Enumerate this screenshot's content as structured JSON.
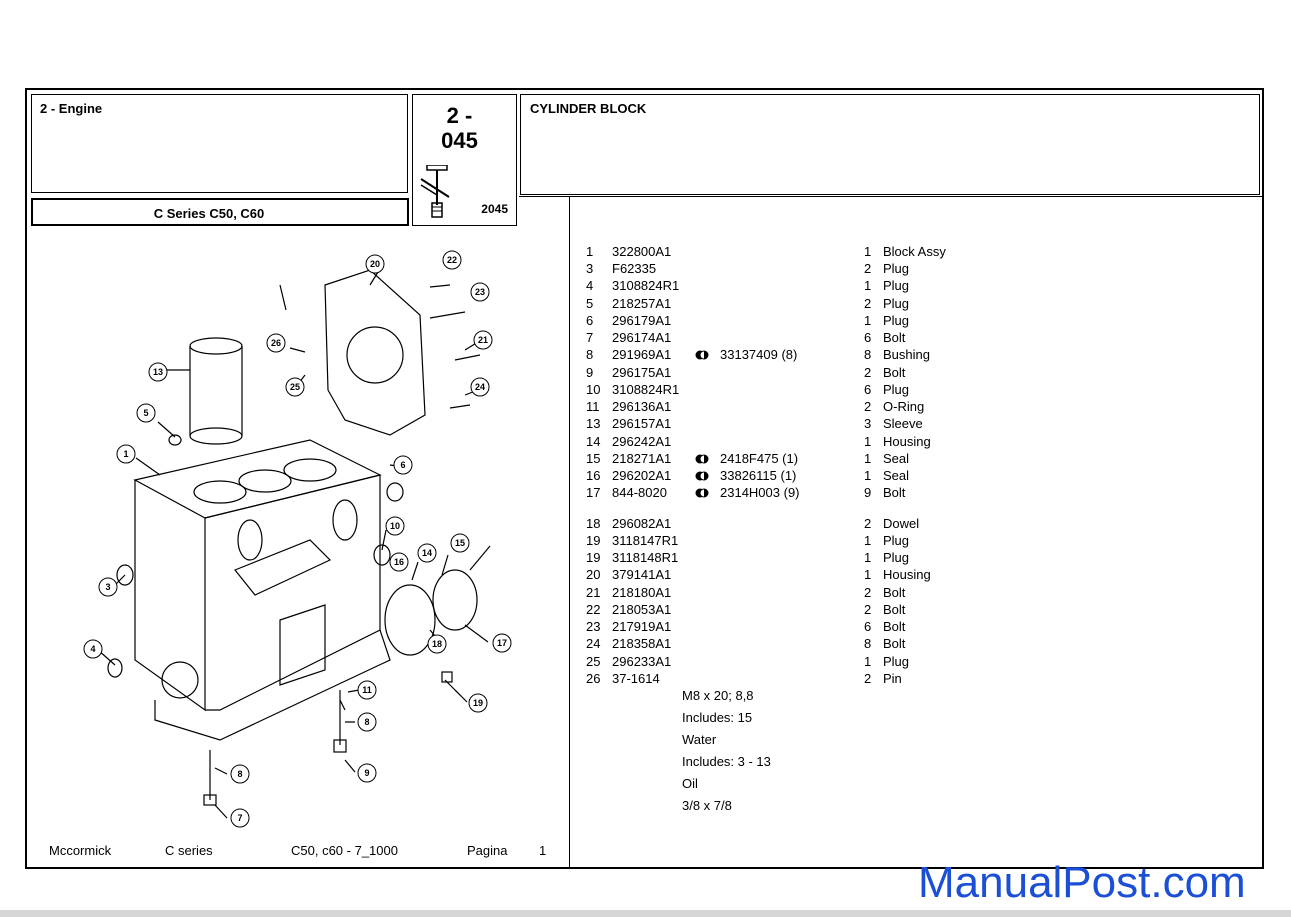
{
  "header": {
    "section": "2 - Engine",
    "page_number": "2 -\n045",
    "page_number_line1": "2 -",
    "page_number_line2": "045",
    "page_code": "2045",
    "group_title": "CYLINDER BLOCK",
    "model": "C Series  C50, C60"
  },
  "parts": [
    {
      "ref": "1",
      "part": "322800A1",
      "alt": "",
      "qty": "1",
      "desc": "Block Assy"
    },
    {
      "ref": "3",
      "part": "F62335",
      "alt": "",
      "qty": "2",
      "desc": "Plug"
    },
    {
      "ref": "4",
      "part": "3108824R1",
      "alt": "",
      "qty": "1",
      "desc": "Plug"
    },
    {
      "ref": "5",
      "part": "218257A1",
      "alt": "",
      "qty": "2",
      "desc": "Plug"
    },
    {
      "ref": "6",
      "part": "296179A1",
      "alt": "",
      "qty": "1",
      "desc": "Plug"
    },
    {
      "ref": "7",
      "part": "296174A1",
      "alt": "",
      "qty": "6",
      "desc": "Bolt"
    },
    {
      "ref": "8",
      "part": "291969A1",
      "alt": "33137409  (8)",
      "qty": "8",
      "desc": "Bushing"
    },
    {
      "ref": "9",
      "part": "296175A1",
      "alt": "",
      "qty": "2",
      "desc": "Bolt"
    },
    {
      "ref": "10",
      "part": "3108824R1",
      "alt": "",
      "qty": "6",
      "desc": "Plug"
    },
    {
      "ref": "11",
      "part": "296136A1",
      "alt": "",
      "qty": "2",
      "desc": "O-Ring"
    },
    {
      "ref": "13",
      "part": "296157A1",
      "alt": "",
      "qty": "3",
      "desc": "Sleeve"
    },
    {
      "ref": "14",
      "part": "296242A1",
      "alt": "",
      "qty": "1",
      "desc": "Housing"
    },
    {
      "ref": "15",
      "part": "218271A1",
      "alt": "2418F475  (1)",
      "qty": "1",
      "desc": "Seal"
    },
    {
      "ref": "16",
      "part": "296202A1",
      "alt": "33826115  (1)",
      "qty": "1",
      "desc": "Seal"
    },
    {
      "ref": "17",
      "part": "844-8020",
      "alt": "2314H003  (9)",
      "qty": "9",
      "desc": "Bolt"
    },
    {
      "ref": "18",
      "part": "296082A1",
      "alt": "",
      "qty": "2",
      "desc": "Dowel"
    },
    {
      "ref": "19",
      "part": "3118147R1",
      "alt": "",
      "qty": "1",
      "desc": "Plug"
    },
    {
      "ref": "19",
      "part": "3118148R1",
      "alt": "",
      "qty": "1",
      "desc": "Plug"
    },
    {
      "ref": "20",
      "part": "379141A1",
      "alt": "",
      "qty": "1",
      "desc": "Housing"
    },
    {
      "ref": "21",
      "part": "218180A1",
      "alt": "",
      "qty": "2",
      "desc": "Bolt"
    },
    {
      "ref": "22",
      "part": "218053A1",
      "alt": "",
      "qty": "2",
      "desc": "Bolt"
    },
    {
      "ref": "23",
      "part": "217919A1",
      "alt": "",
      "qty": "6",
      "desc": "Bolt"
    },
    {
      "ref": "24",
      "part": "218358A1",
      "alt": "",
      "qty": "8",
      "desc": "Bolt"
    },
    {
      "ref": "25",
      "part": "296233A1",
      "alt": "",
      "qty": "1",
      "desc": "Plug"
    },
    {
      "ref": "26",
      "part": "37-1614",
      "alt": "",
      "qty": "2",
      "desc": "Pin"
    }
  ],
  "notes": [
    "M8 x 20; 8,8",
    "Includes: 15",
    "Water",
    "Includes: 3 - 13",
    "Oil",
    "3/8 x 7/8"
  ],
  "footer": {
    "brand": "Mccormick",
    "series": "C series",
    "models": "C50, c60 - 7_1000",
    "page_label": "Pagina",
    "page": "1"
  },
  "callouts": [
    "20",
    "22",
    "23",
    "26",
    "21",
    "13",
    "25",
    "24",
    "5",
    "1",
    "6",
    "10",
    "14",
    "15",
    "16",
    "3",
    "18",
    "17",
    "4",
    "11",
    "19",
    "8",
    "8",
    "9",
    "7"
  ],
  "watermark": "ManualPost.com",
  "colors": {
    "watermark": "#1a4fd6",
    "line": "#000000",
    "bar": "#d6d6d6"
  }
}
